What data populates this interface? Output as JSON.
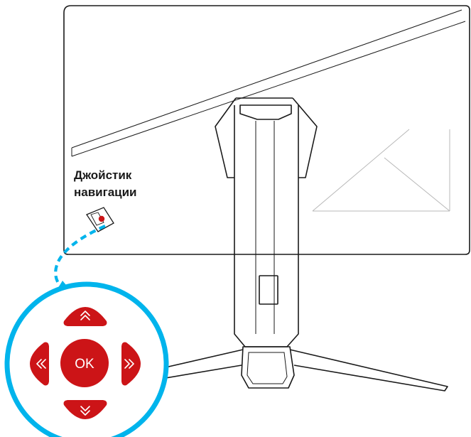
{
  "joystick_label": {
    "line1": "Джойстик",
    "line2": "навигации"
  },
  "ok_button": {
    "label": "OK"
  },
  "colors": {
    "accent_blue": "#00b4ec",
    "button_red": "#cc1417",
    "line": "#1a1a1a",
    "background": "#ffffff"
  },
  "icons": {
    "up": "chevron-double-up-icon",
    "down": "chevron-double-down-icon",
    "left": "chevron-double-left-icon",
    "right": "chevron-double-right-icon"
  }
}
